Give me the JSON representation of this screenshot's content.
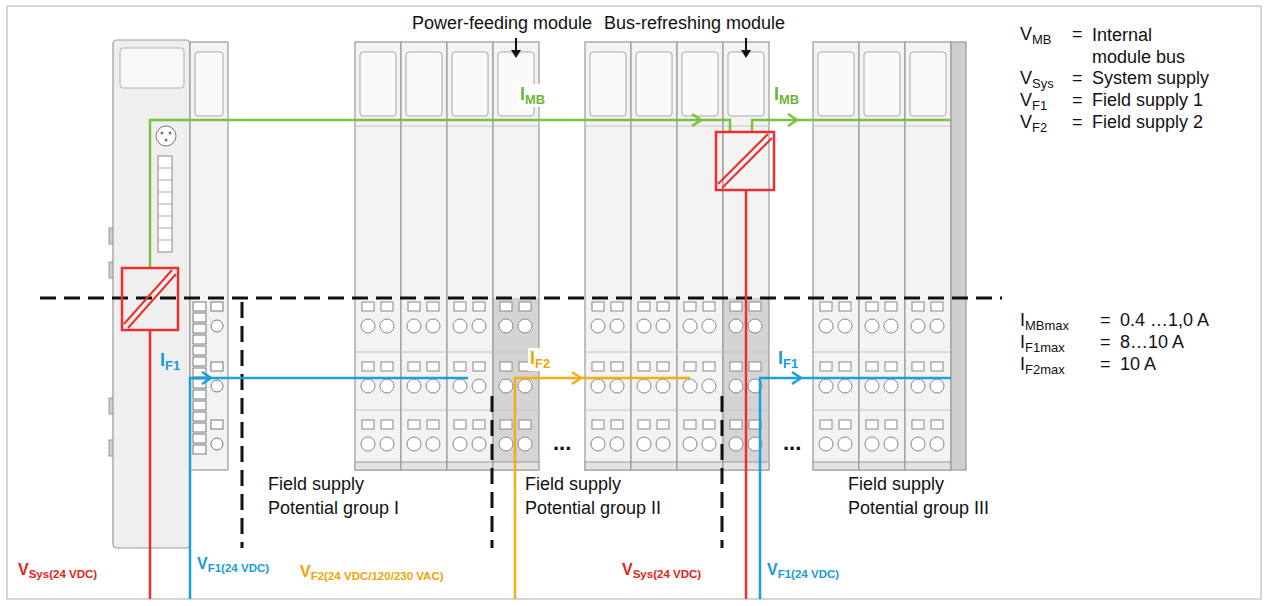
{
  "diagram": {
    "labels": [
      "Power-feeding module",
      "Bus-refreshing module",
      "IMB",
      "IMB",
      "VMB",
      "=",
      "Internal module bus",
      "VSys",
      "=",
      "System supply",
      "VF1",
      "=",
      "Field supply 1",
      "VF2",
      "=",
      "Field supply 2",
      "IMBmax",
      "=",
      "0.4 …1,0 A",
      "IF1max",
      "=",
      "8…10 A",
      "IF2max",
      "=",
      "10 A",
      "IF1",
      "IF2",
      "IF1",
      "Field supply Potential group I",
      "Field supply Potential group II",
      "Field supply Potential group III",
      "...",
      "...",
      "VSys(24 VDC)",
      "VF1(24 VDC)",
      "VF2(24 VDC/120/230 VAC)",
      "VSys(24 VDC)",
      "VF1(24 VDC)"
    ]
  }
}
